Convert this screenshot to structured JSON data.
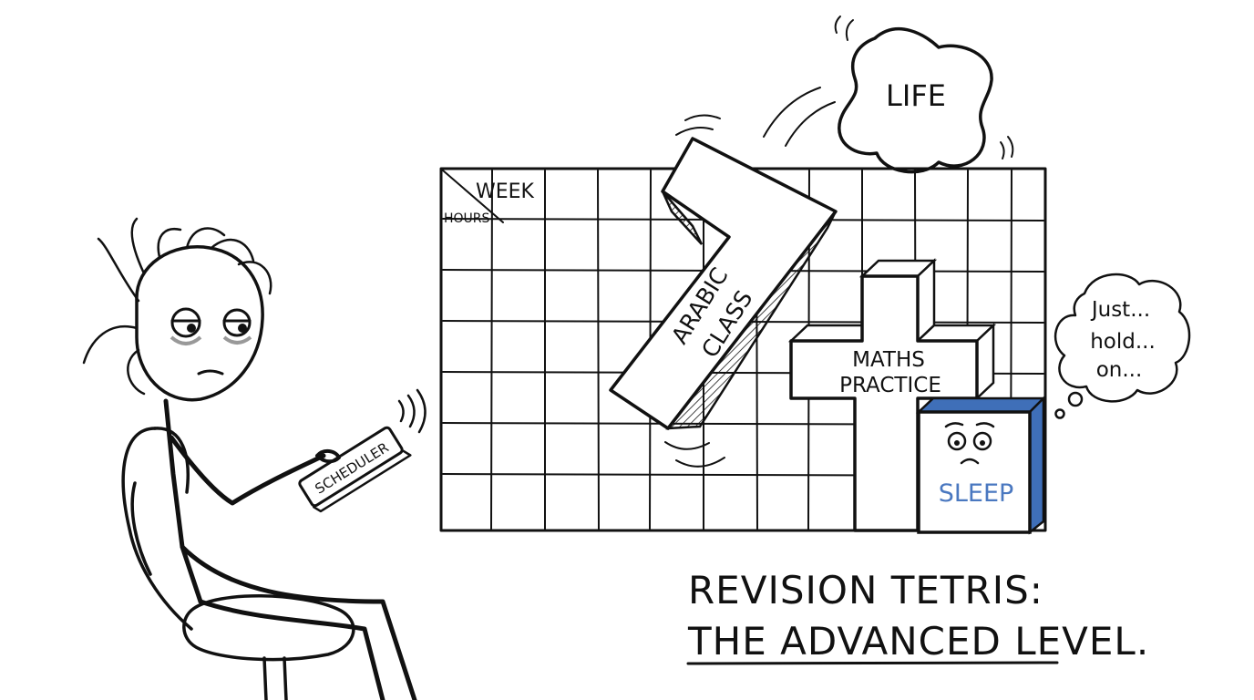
{
  "cartoon": {
    "title_line1": "REVISION TETRIS:",
    "title_line2": "THE ADVANCED LEVEL.",
    "grid": {
      "header_week": "WEEK",
      "header_hours": "HOURS"
    },
    "blocks": {
      "life": "LIFE",
      "arabic_line1": "ARABIC",
      "arabic_line2": "CLASS",
      "maths_line1": "MATHS",
      "maths_line2": "PRACTICE",
      "sleep": "SLEEP"
    },
    "remote_label": "SCHEDULER",
    "thought": {
      "line1": "Just...",
      "line2": "hold...",
      "line3": "on..."
    },
    "colors": {
      "ink": "#111111",
      "sleep_blue": "#3f6fb8",
      "sleep_label": "#4a78c0"
    }
  }
}
